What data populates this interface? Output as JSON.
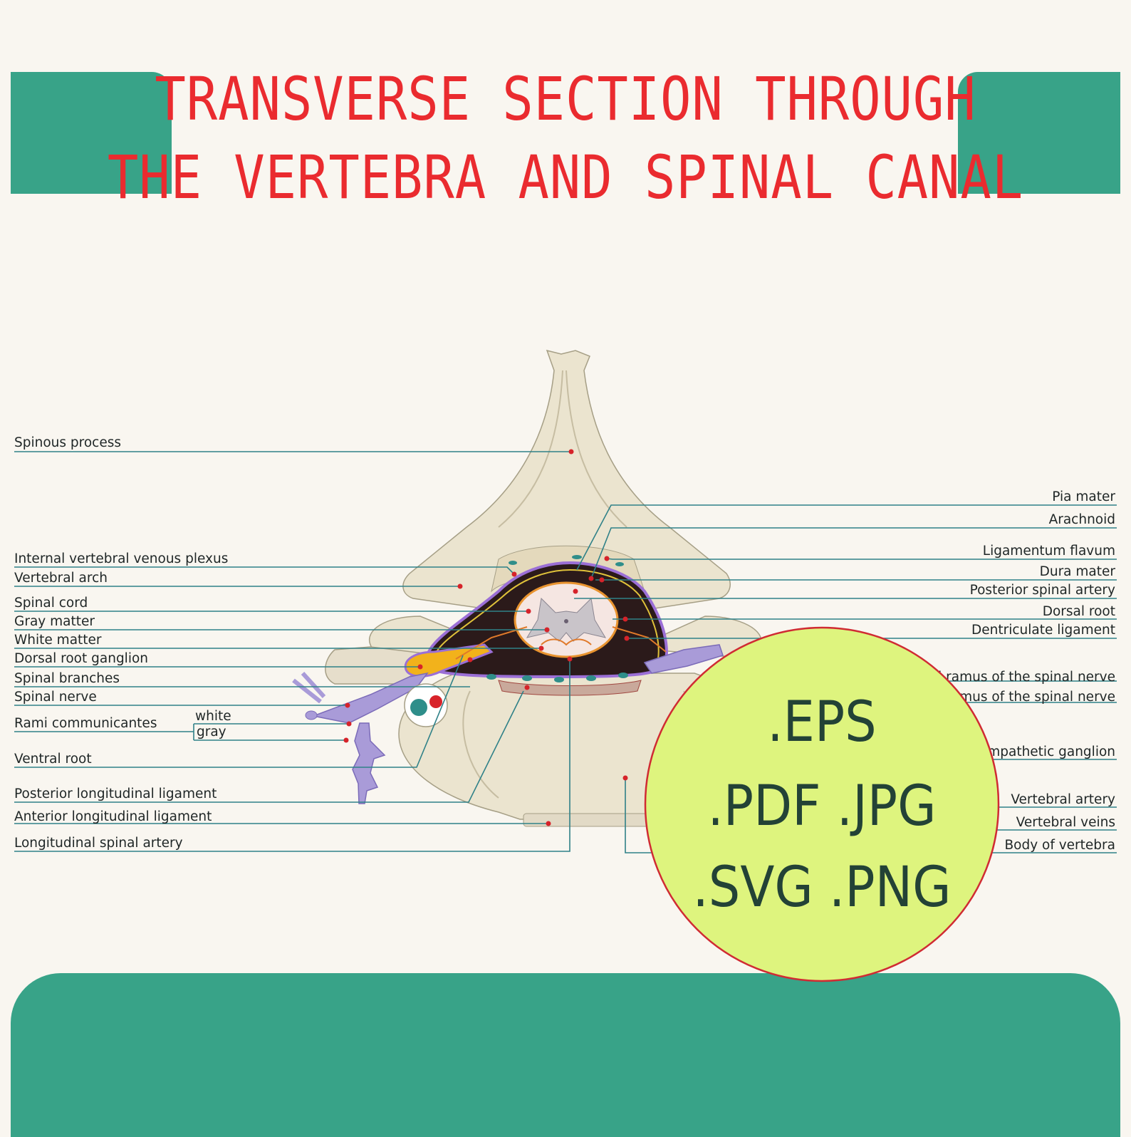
{
  "title": {
    "line1": "TRANSVERSE SECTION THROUGH",
    "line2": "THE VERTEBRA AND SPINAL CANAL"
  },
  "colors": {
    "background": "#f9f6f0",
    "accent_green": "#38a388",
    "title_red": "#ea2b2f",
    "badge_fill": "#def47e",
    "badge_border": "#d02b33",
    "leader_line": "#2f8188",
    "marker_dot": "#d6232a",
    "bone": "#ebe4cf"
  },
  "labels_left": {
    "spinous_process": "Spinous process",
    "internal_vertebral_venous_plexus": "Internal vertebral venous plexus",
    "vertebral_arch": "Vertebral arch",
    "spinal_cord": "Spinal cord",
    "gray_matter": "Gray matter",
    "white_matter": "White matter",
    "dorsal_root_ganglion": "Dorsal root ganglion",
    "spinal_branches": "Spinal branches",
    "spinal_nerve": "Spinal nerve",
    "rami_communicantes": "Rami communicantes",
    "white": "white",
    "gray": "gray",
    "ventral_root": "Ventral root",
    "posterior_longitudinal_ligament": "Posterior longitudinal ligament",
    "anterior_longitudinal_ligament": "Anterior longitudinal ligament",
    "longitudinal_spinal_artery": "Longitudinal spinal artery"
  },
  "labels_right": {
    "pia_mater": "Pia mater",
    "arachnoid": "Arachnoid",
    "ligamentum_flavum": "Ligamentum flavum",
    "dura_mater": "Dura mater",
    "posterior_spinal_artery": "Posterior spinal artery",
    "dorsal_root": "Dorsal root",
    "dentriculate_ligament": "Dentriculate ligament",
    "dorsal_ramus_partial": "l ramus of the spinal nerve",
    "ventral_ramus_partial": "amus of the spinal nerve",
    "sympathetic_ganglion_partial": "mpathetic ganglion",
    "vertebral_artery": "Vertebral artery",
    "vertebral_veins": "Vertebral veins",
    "body_of_vertebra": "Body of vertebra"
  },
  "formats_badge": {
    "line1": ".EPS",
    "line2": ".PDF .JPG",
    "line3": ".SVG .PNG"
  }
}
